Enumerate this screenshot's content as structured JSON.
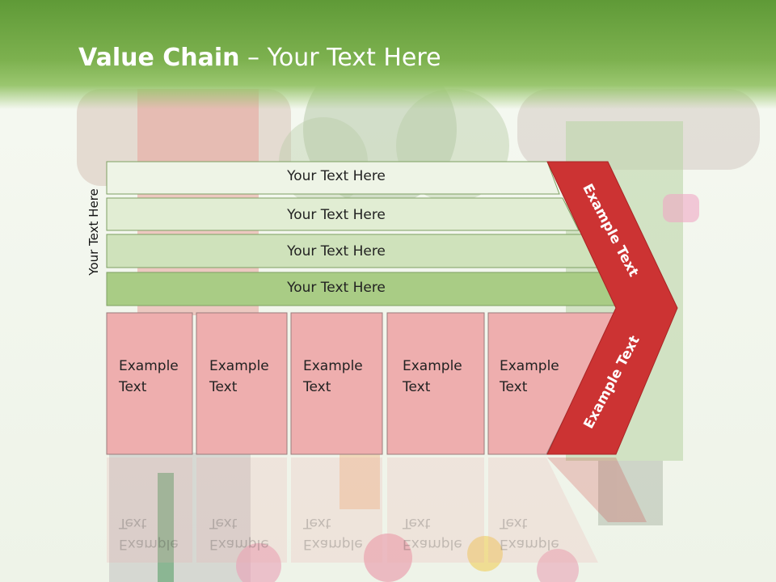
{
  "slide": {
    "title_bold": "Value Chain",
    "title_rest": " – Your Text Here"
  },
  "side_label": "Your Text Here",
  "bars": [
    {
      "label": "Your Text Here",
      "fill": "#eef4e6"
    },
    {
      "label": "Your Text Here",
      "fill": "#e1edd3"
    },
    {
      "label": "Your Text Here",
      "fill": "#cfe2bb"
    },
    {
      "label": "Your Text Here",
      "fill": "#a9cc85"
    }
  ],
  "cells": [
    {
      "label": "Example\nText"
    },
    {
      "label": "Example\nText"
    },
    {
      "label": "Example\nText"
    },
    {
      "label": "Example\nText"
    },
    {
      "label": "Example\nText"
    }
  ],
  "chevron": {
    "top_label": "Example Text",
    "bottom_label": "Example Text",
    "fill": "#cc3333"
  },
  "colors": {
    "header_green": "#6ea442",
    "cell_pink": "#eeaeae",
    "arrow_red": "#cc3333"
  }
}
